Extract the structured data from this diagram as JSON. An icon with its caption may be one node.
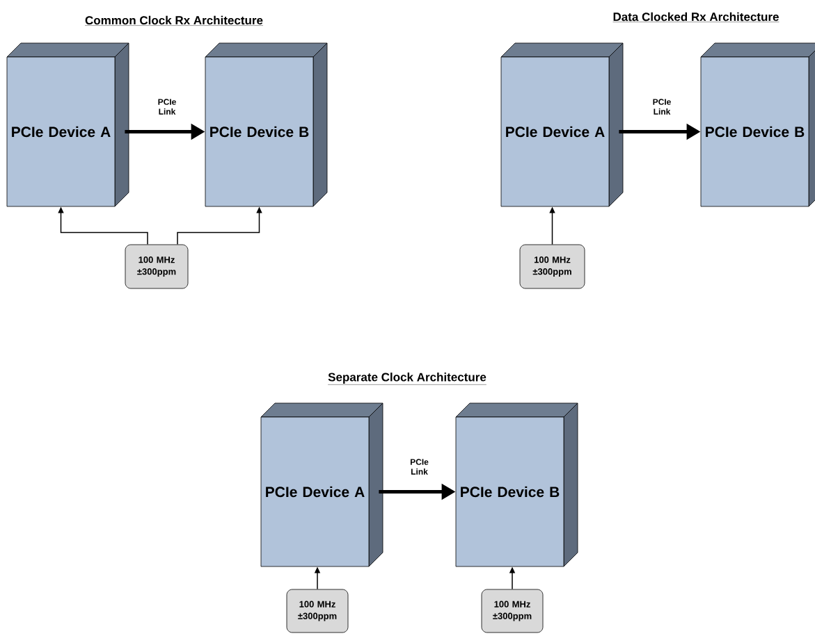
{
  "diagram": {
    "nodes": [
      {
        "text": [
          "PCIe Device A"
        ]
      },
      {
        "text": [
          "PCIe Device B"
        ]
      },
      {
        "text": [
          "100 MHz ±300ppm"
        ]
      },
      {
        "text": [
          "PCIe Device A"
        ]
      },
      {
        "text": [
          "PCIe Device B"
        ]
      },
      {
        "text": [
          "100 MHz ±300ppm"
        ]
      },
      {
        "text": [
          "PCIe Device A"
        ]
      },
      {
        "text": [
          "PCIe Device B"
        ]
      },
      {
        "text": [
          "100 MHz ±300ppm"
        ]
      },
      {
        "text": [
          "100 MHz ±300ppm"
        ]
      }
    ],
    "edges": [
      {
        "from": 0,
        "to": 1,
        "arrow": "to",
        "label": "PCIe Link",
        "style": "thick"
      },
      {
        "from": 2,
        "to": 0,
        "arrow": "to"
      },
      {
        "from": 2,
        "to": 1,
        "arrow": "to"
      },
      {
        "from": 3,
        "to": 4,
        "arrow": "to",
        "label": "PCIe Link",
        "style": "thick"
      },
      {
        "from": 5,
        "to": 3,
        "arrow": "to"
      },
      {
        "from": 6,
        "to": 7,
        "arrow": "to",
        "label": "PCIe Link",
        "style": "thick"
      },
      {
        "from": 8,
        "to": 6,
        "arrow": "to"
      },
      {
        "from": 9,
        "to": 7,
        "arrow": "to"
      }
    ],
    "labels": [
      "Common Clock Rx Architecture",
      "Data Clocked Rx Architecture",
      "Separate Clock Architecture"
    ]
  }
}
